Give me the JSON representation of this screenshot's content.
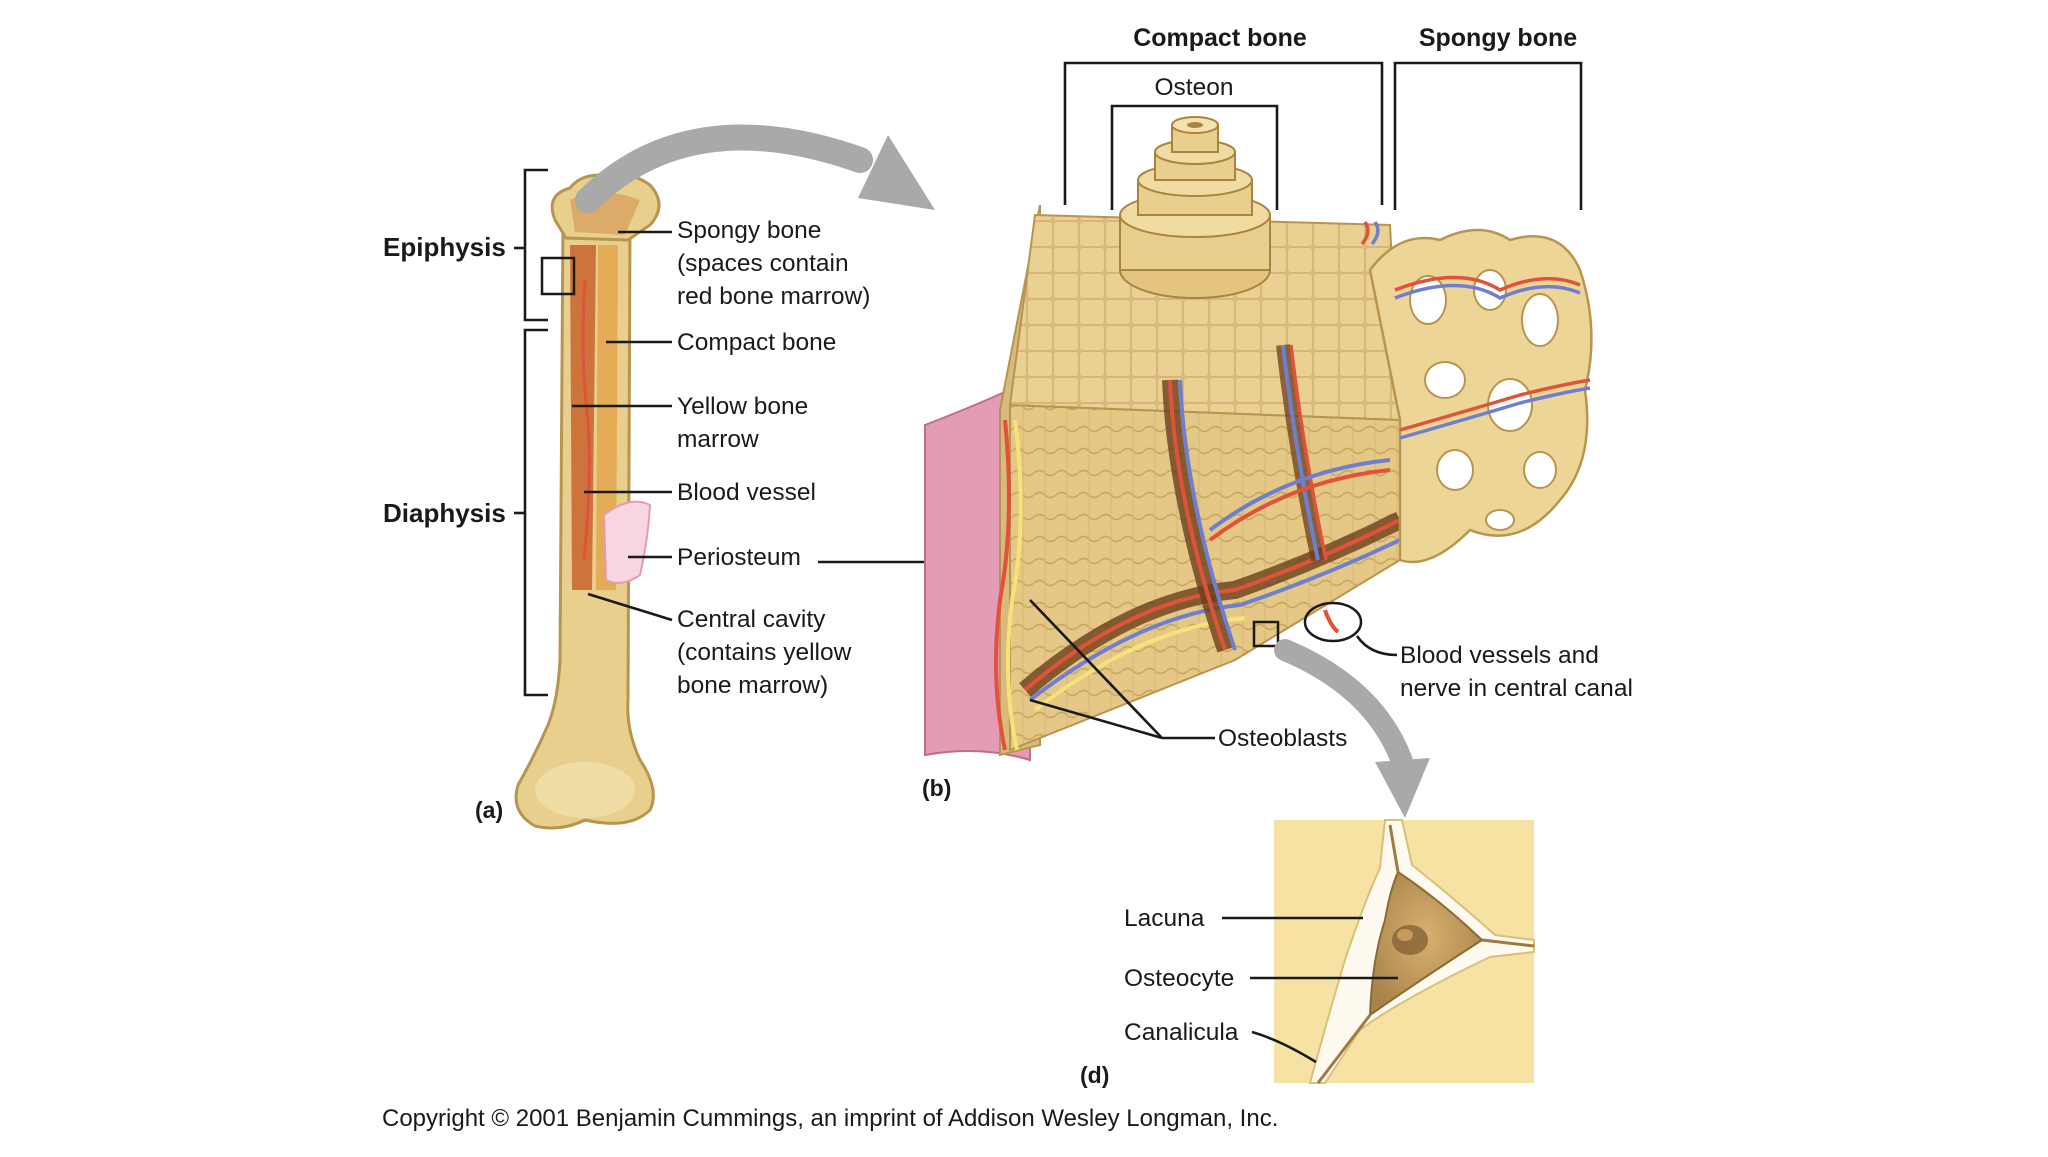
{
  "figure": {
    "panels": {
      "a": "(a)",
      "b": "(b)",
      "d": "(d)"
    },
    "panel_a": {
      "regions": {
        "epiphysis": "Epiphysis",
        "diaphysis": "Diaphysis"
      },
      "labels": {
        "spongy_bone": [
          "Spongy bone",
          "(spaces contain",
          "red bone marrow)"
        ],
        "compact_bone": "Compact bone",
        "yellow_marrow": [
          "Yellow bone",
          "marrow"
        ],
        "blood_vessel": "Blood vessel",
        "periosteum": "Periosteum",
        "central_cavity": [
          "Central cavity",
          "(contains yellow",
          "bone marrow)"
        ]
      }
    },
    "panel_b": {
      "headers": {
        "compact_bone": "Compact bone",
        "spongy_bone": "Spongy bone",
        "osteon": "Osteon"
      },
      "labels": {
        "vessels_nerve": [
          "Blood vessels and",
          "nerve in central canal"
        ],
        "osteoblasts": "Osteoblasts"
      }
    },
    "panel_d": {
      "labels": {
        "lacuna": "Lacuna",
        "osteocyte": "Osteocyte",
        "canalicula": "Canalicula"
      }
    },
    "copyright": "Copyright © 2001 Benjamin Cummings, an imprint of Addison Wesley Longman, Inc."
  },
  "colors": {
    "bone": "#e8cf8e",
    "bone_light": "#f3e2b0",
    "bone_dark": "#b8954f",
    "marrow_red": "#c8642e",
    "periosteum_pink": "#e49bb4",
    "artery": "#e0523a",
    "vein": "#6f7fd0",
    "nerve": "#f5e27a",
    "arrow_gray": "#a9a9a9"
  }
}
